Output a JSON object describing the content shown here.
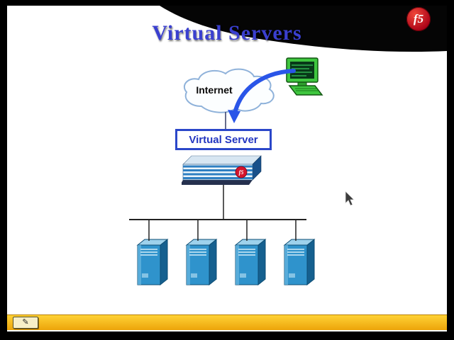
{
  "slide": {
    "title": "Virtual Servers"
  },
  "logo": {
    "text": "f5"
  },
  "diagram": {
    "internet_label": "Internet",
    "virtual_server_label": "Virtual Server",
    "server_count": 4
  },
  "icons": {
    "pen_tool": "✎"
  },
  "colors": {
    "title_blue": "#3a3fd0",
    "box_border_blue": "#2b47c9",
    "arrow_blue": "#2a55e8",
    "server_blue": "#2f93cc",
    "logo_red": "#c8102e",
    "bar_yellow": "#f2b50c",
    "computer_green": "#3fc63f"
  }
}
